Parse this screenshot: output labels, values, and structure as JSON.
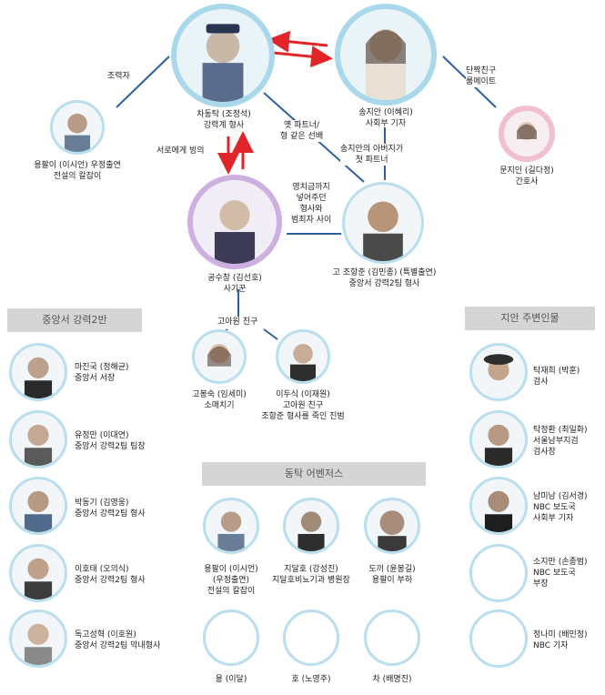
{
  "main": {
    "dongtak": {
      "lines": [
        "차동탁 (조정석)",
        "강력계 형사"
      ]
    },
    "jian": {
      "lines": [
        "송지안 (이혜리)",
        "사회부 기자"
      ]
    },
    "palyi_top": {
      "lines": [
        "용팔이 (이시언) 우정출연",
        "전설의 칼잡이"
      ]
    },
    "jiin": {
      "lines": [
        "문지인 (길다정)",
        "간호사"
      ]
    },
    "suchang": {
      "lines": [
        "공수창 (김선호)",
        "사기꾼"
      ]
    },
    "hangjun": {
      "lines": [
        "고 조항준 (김민종) (특별출연)",
        "중앙서 강력2팀 형사"
      ]
    },
    "bongsuk": {
      "lines": [
        "고봉숙 (임세미)",
        "소매치기"
      ]
    },
    "dusik": {
      "lines": [
        "이두식 (이재원)",
        "고아원 친구",
        "조항준 형사를 죽인 진범"
      ]
    }
  },
  "relations": {
    "helper": "조력자",
    "bestfriend": [
      "단짝친구",
      "룸메이트"
    ],
    "expartner": [
      "옛 파트너/",
      "형 같은 선배"
    ],
    "father_partner": [
      "송지안의 아버지가",
      "첫 파트너"
    ],
    "bingui": "서로에게 빙의",
    "youngchi": [
      "영치금까지",
      "넣어주던",
      "형사와",
      "범죄자 사이"
    ],
    "orphanage": "고아원 친구"
  },
  "sections": {
    "left_title": "중앙서 강력2반",
    "right_title": "지안 주변인물",
    "avengers_title": "동탁 어벤저스"
  },
  "left_members": [
    {
      "lines": [
        "마진국 (정해균)",
        "중앙서 서장"
      ]
    },
    {
      "lines": [
        "유정만 (이대연)",
        "중앙서 강력2팀 팀장"
      ]
    },
    {
      "lines": [
        "박동기 (김영웅)",
        "중앙서 강력2팀 형사"
      ]
    },
    {
      "lines": [
        "이호태 (오의식)",
        "중앙서 강력2팀 형사"
      ]
    },
    {
      "lines": [
        "독고성혁 (이호원)",
        "중앙서 강력2팀 막내형사"
      ]
    }
  ],
  "right_members": [
    {
      "lines": [
        "탁재희 (박훈)",
        "검사"
      ]
    },
    {
      "lines": [
        "탁정환 (최일화)",
        "서울남부지검",
        "검사장"
      ]
    },
    {
      "lines": [
        "남미남 (김서경)",
        "NBC 보도국",
        "사회부 기자"
      ]
    },
    {
      "lines": [
        "소지만 (손종범)",
        "NBC 보도국",
        "부장"
      ]
    },
    {
      "lines": [
        "정나미 (배민정)",
        "NBC 기자"
      ]
    }
  ],
  "avengers": [
    {
      "lines": [
        "용팔이 (이시언)",
        "(우정출연)",
        "전설의 칼잡이"
      ]
    },
    {
      "lines": [
        "지달호 (강성진)",
        "지달호비뇨기과 병원장"
      ]
    },
    {
      "lines": [
        "도끼 (윤봉길)",
        "용팔이 부하"
      ]
    },
    {
      "lines": [
        "용 (이달)"
      ]
    },
    {
      "lines": [
        "호 (노영주)"
      ]
    },
    {
      "lines": [
        "차 (배명진)"
      ]
    }
  ],
  "colors": {
    "arrow_red": "#e0262a",
    "line_blue": "#2c5f9e",
    "ring_blue": "#a9d8ea",
    "section_gray": "#d5d5d5"
  }
}
